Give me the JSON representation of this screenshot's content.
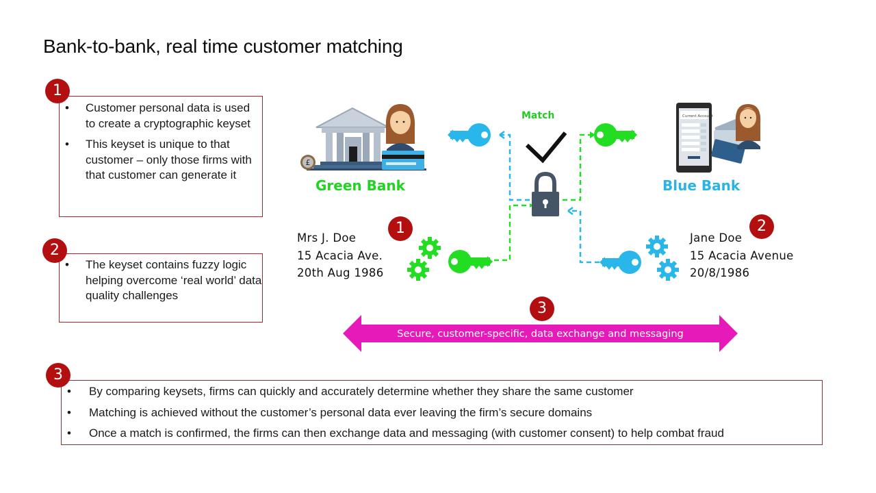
{
  "title": "Bank-to-bank, real time customer matching",
  "colors": {
    "accent_red": "#b30f11",
    "box_border": "#a0282a",
    "green": "#22dd22",
    "blue": "#29b6ea",
    "magenta": "#e619b9",
    "lock": "#465468"
  },
  "panel1": {
    "badge": "1",
    "bullets": [
      "Customer personal data is used to create a cryptographic keyset",
      "This keyset is unique to that customer – only those firms with that customer can generate it"
    ]
  },
  "panel2": {
    "badge": "2",
    "bullets": [
      "The keyset contains fuzzy logic helping overcome ‘real world’ data quality challenges"
    ]
  },
  "panel3": {
    "badge": "3",
    "bullets": [
      "By comparing keysets, firms can quickly and accurately determine whether they share the same customer",
      "Matching is achieved without the customer’s personal data ever leaving the firm’s secure domains",
      "Once a match is confirmed, the firms can then exchange data and messaging (with customer consent) to help combat fraud"
    ]
  },
  "diagram": {
    "green_bank": {
      "label": "Green Bank",
      "badge": "1",
      "person_lines": [
        "Mrs J. Doe",
        "15 Acacia Ave.",
        "20th Aug 1986"
      ]
    },
    "blue_bank": {
      "label": "Blue Bank",
      "badge": "2",
      "person_lines": [
        "Jane Doe",
        "15 Acacia Avenue",
        "20/8/1986"
      ],
      "phone_screen_title": "Current Account"
    },
    "match_label": "Match",
    "exchange": {
      "badge": "3",
      "label": "Secure, customer-specific, data exchange and messaging"
    },
    "icons": [
      "bank-building-icon",
      "woman-avatar-icon",
      "credit-card-icon",
      "pound-coin-icon",
      "smartphone-icon",
      "key-icon",
      "gear-icon",
      "checkmark-icon",
      "padlock-icon",
      "double-arrow-icon"
    ]
  }
}
